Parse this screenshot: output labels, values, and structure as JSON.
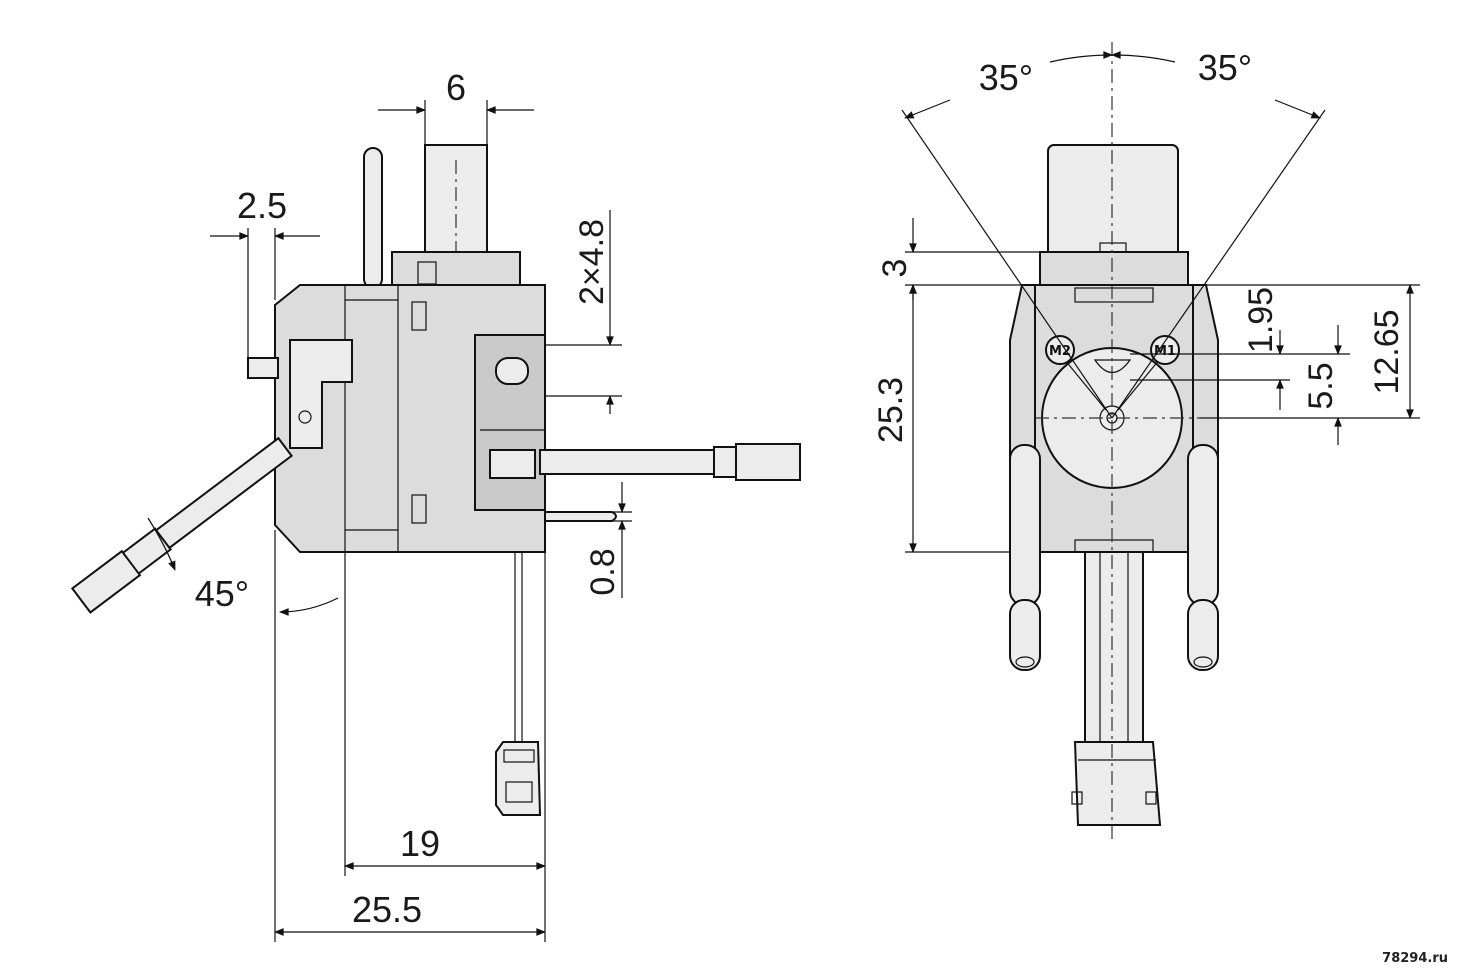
{
  "dimensions": {
    "side_view": {
      "pin_width": "6",
      "left_offset": "2.5",
      "hole_pitch": "2×4.8",
      "blade_thickness": "0.8",
      "tilt_angle": "45°",
      "depth_inner": "19",
      "depth_total": "25.5"
    },
    "front_view": {
      "angle_left": "35°",
      "angle_right": "35°",
      "top_offset": "3",
      "height": "25.3",
      "offset_1": "1.95",
      "offset_2": "5.5",
      "offset_3": "12.65",
      "marking_m2": "M2",
      "marking_m1": "M1"
    }
  },
  "watermark": "78294.ru"
}
